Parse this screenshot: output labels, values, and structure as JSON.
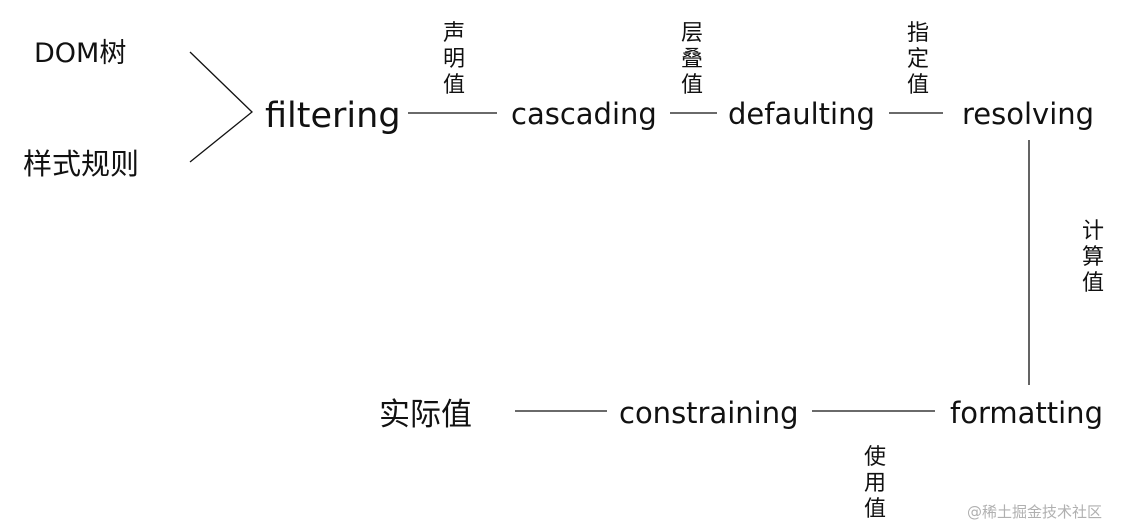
{
  "inputs": {
    "dom_tree": "DOM树",
    "style_rules": "样式规则"
  },
  "stages": {
    "filtering": "filtering",
    "cascading": "cascading",
    "defaulting": "defaulting",
    "resolving": "resolving",
    "formatting": "formatting",
    "constraining": "constraining",
    "actual_value": "实际值"
  },
  "edge_labels": {
    "declared_value": [
      "声",
      "明",
      "值"
    ],
    "cascaded_value": [
      "层",
      "叠",
      "值"
    ],
    "specified_value": [
      "指",
      "定",
      "值"
    ],
    "computed_value": [
      "计",
      "算",
      "值"
    ],
    "used_value": [
      "使",
      "用",
      "值"
    ]
  },
  "watermark": "@稀土掘金技术社区"
}
